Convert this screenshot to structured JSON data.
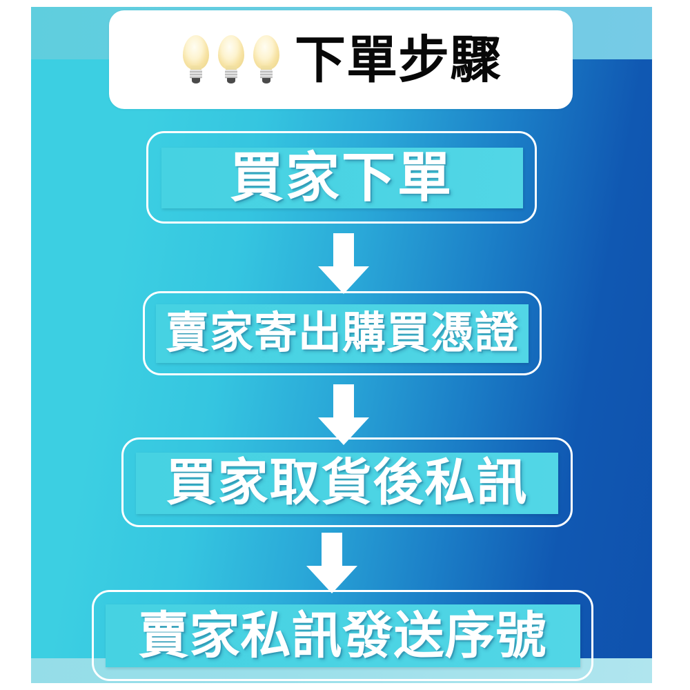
{
  "header": {
    "title": "下單步驟",
    "icons": [
      "lightbulb-icon",
      "lightbulb-icon",
      "lightbulb-icon"
    ],
    "card_color": "#ffffff",
    "title_color": "#080808"
  },
  "background": {
    "gradient_from": "#3ccfe2",
    "gradient_to": "#0f51ad",
    "top_band_color": "#6ccbe2",
    "bottom_band_color": "#a0e0ea"
  },
  "flow": {
    "box_border_color": "#ffffff",
    "box_fill_color": "#4ad3e3",
    "label_color": "#ffffff",
    "arrow_color": "#ffffff",
    "steps": [
      {
        "index": 1,
        "label": "買家下單"
      },
      {
        "index": 2,
        "label": "賣家寄出購買憑證"
      },
      {
        "index": 3,
        "label": "買家取貨後私訊"
      },
      {
        "index": 4,
        "label": "賣家私訊發送序號"
      }
    ],
    "connectors": [
      {
        "index": 1,
        "icon": "arrow-down-icon"
      },
      {
        "index": 2,
        "icon": "arrow-down-icon"
      },
      {
        "index": 3,
        "icon": "arrow-down-icon"
      }
    ]
  }
}
